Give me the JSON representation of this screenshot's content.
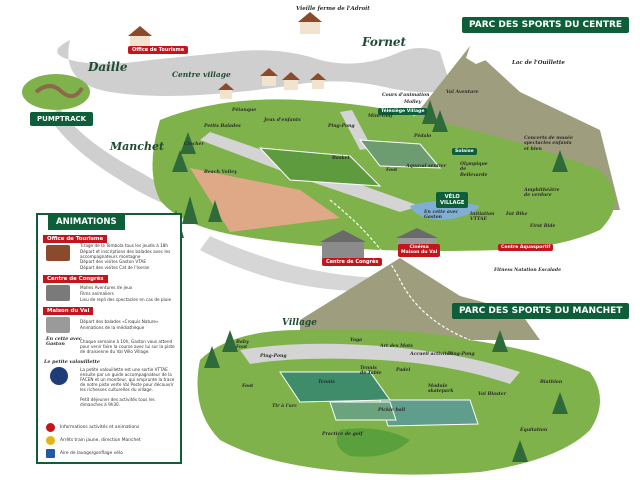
{
  "top_right_title": "PARC DES SPORTS DU CENTRE",
  "manchet_title": "PARC DES SPORTS DU MANCHET",
  "pumptrack": "PUMPTRACK",
  "office_tourisme": "Office de Tourisme",
  "centre_congres": "Centre de Congrès",
  "cinema": "Cinéma\nMaison du Val",
  "velo_village": "VÉLO\nVILLAGE",
  "centre_aquasportif": "Centre Aquasportif",
  "telesiege": "Télésiège Village",
  "solaise": "Solaise",
  "places": {
    "dailly": "Daille",
    "fornet": "Fornet",
    "centre_village": "Centre village",
    "manchet": "Manchet",
    "village": "Village",
    "vieille_ferme": "Vieille ferme de l'Adroit",
    "lac_ouillette": "Lac de l'Ouillette",
    "val_aventure": "Val Aventure",
    "cours_animation": "Cours d'animation",
    "molley": "Molley",
    "olympique": "Olympique de Bellevarde",
    "petits_balades": "Petits Balades",
    "petanque": "Pétanque",
    "jeux_enfants": "Jeux d'enfants",
    "mini_golf": "Mini-Golf",
    "ping_pong": "Ping-Pong",
    "beach_volley": "Beach Volley",
    "basket": "Basket",
    "foot": "Foot",
    "aquaval": "Aquaval sentier",
    "pedalo": "Pédalo",
    "en_cette": "En cette avec\nGaston",
    "initiation_vttae": "Initiation\nVTTAE",
    "fat_bike": "Fat Bike",
    "first_ride": "First Ride",
    "concerts": "Concerts de musée\nspectacles enfants\net bien",
    "amphitheatre": "Amphithéâtre\nde verdure",
    "fitness": "Fitness  Natation  Escalade",
    "clocher": "Clocher",
    "yoga": "Yoga",
    "art_des_mots": "Art des Mots",
    "accueil_activites": "Accueil activités",
    "ping_pong2": "Ping-Pong",
    "tennis": "Tennis",
    "tennis_ping": "Tennis\nde Table",
    "module_skatepark": "Module\nskatepark",
    "padel": "Padel",
    "baby_foot": "Baby\nFoot",
    "ping_pong3": "Ping-Pong",
    "tir_arc": "Tir à l'arc",
    "pickle_ball": "Pickle ball",
    "foot2": "Foot",
    "practice_golf": "Practice de golf",
    "bachkar": "Biathlon",
    "equitation": "Équitation",
    "val_blaster": "Val Blaster"
  },
  "legend": {
    "title": "ANIMATIONS",
    "sections": [
      {
        "head": "Office de Tourisme",
        "items": [
          "Tirage de la Tombola tous les jeudis à 18h",
          "Départ et inscriptions des balades avec les accompagnateurs montagne",
          "Départ des visites Gaston VTAE",
          "Départ des visites Cat de l'Iseran"
        ]
      },
      {
        "head": "Centre de Congrès",
        "items": [
          "Malles Aventures de jeux",
          "Films animaliers",
          "Lieu de repli des spectacles en cas de pluie"
        ]
      },
      {
        "head": "Maison du Val",
        "items": [
          "Départ des balades «Croquis Nature»",
          "Animations de la médiathèque"
        ]
      }
    ],
    "gaston_label": "En cette avec\nGaston",
    "gaston_text": "Chaque semaine à 10h, Gaston vous attend pour venir faire la course avec lui sur la piste de draisienne du Val Vélo Village.",
    "valouillette_label": "Le petite valouillette",
    "valouillette_text": "La petite valouillette est une sortie VTTAE ensuite par un guide accompagnateur de la FACEN et un moniteur, qui emprunte la trace de notre piste verte Val Poste pour découvrir les richesses culturelles du village.",
    "petit_dej": "Petit déjeuner des activités tous les dimanches à 9h30.",
    "foot_items": [
      "Informations activités et animations",
      "Arrêts train jaune, direction Manchet",
      "Aire de lavage/gonflage vélo"
    ]
  },
  "colors": {
    "brand_green": "#0e5e3a",
    "brand_red": "#c3161c",
    "grass": "#7fb24a",
    "mountain": "#9e9d7d",
    "road": "#cfcfcf"
  }
}
